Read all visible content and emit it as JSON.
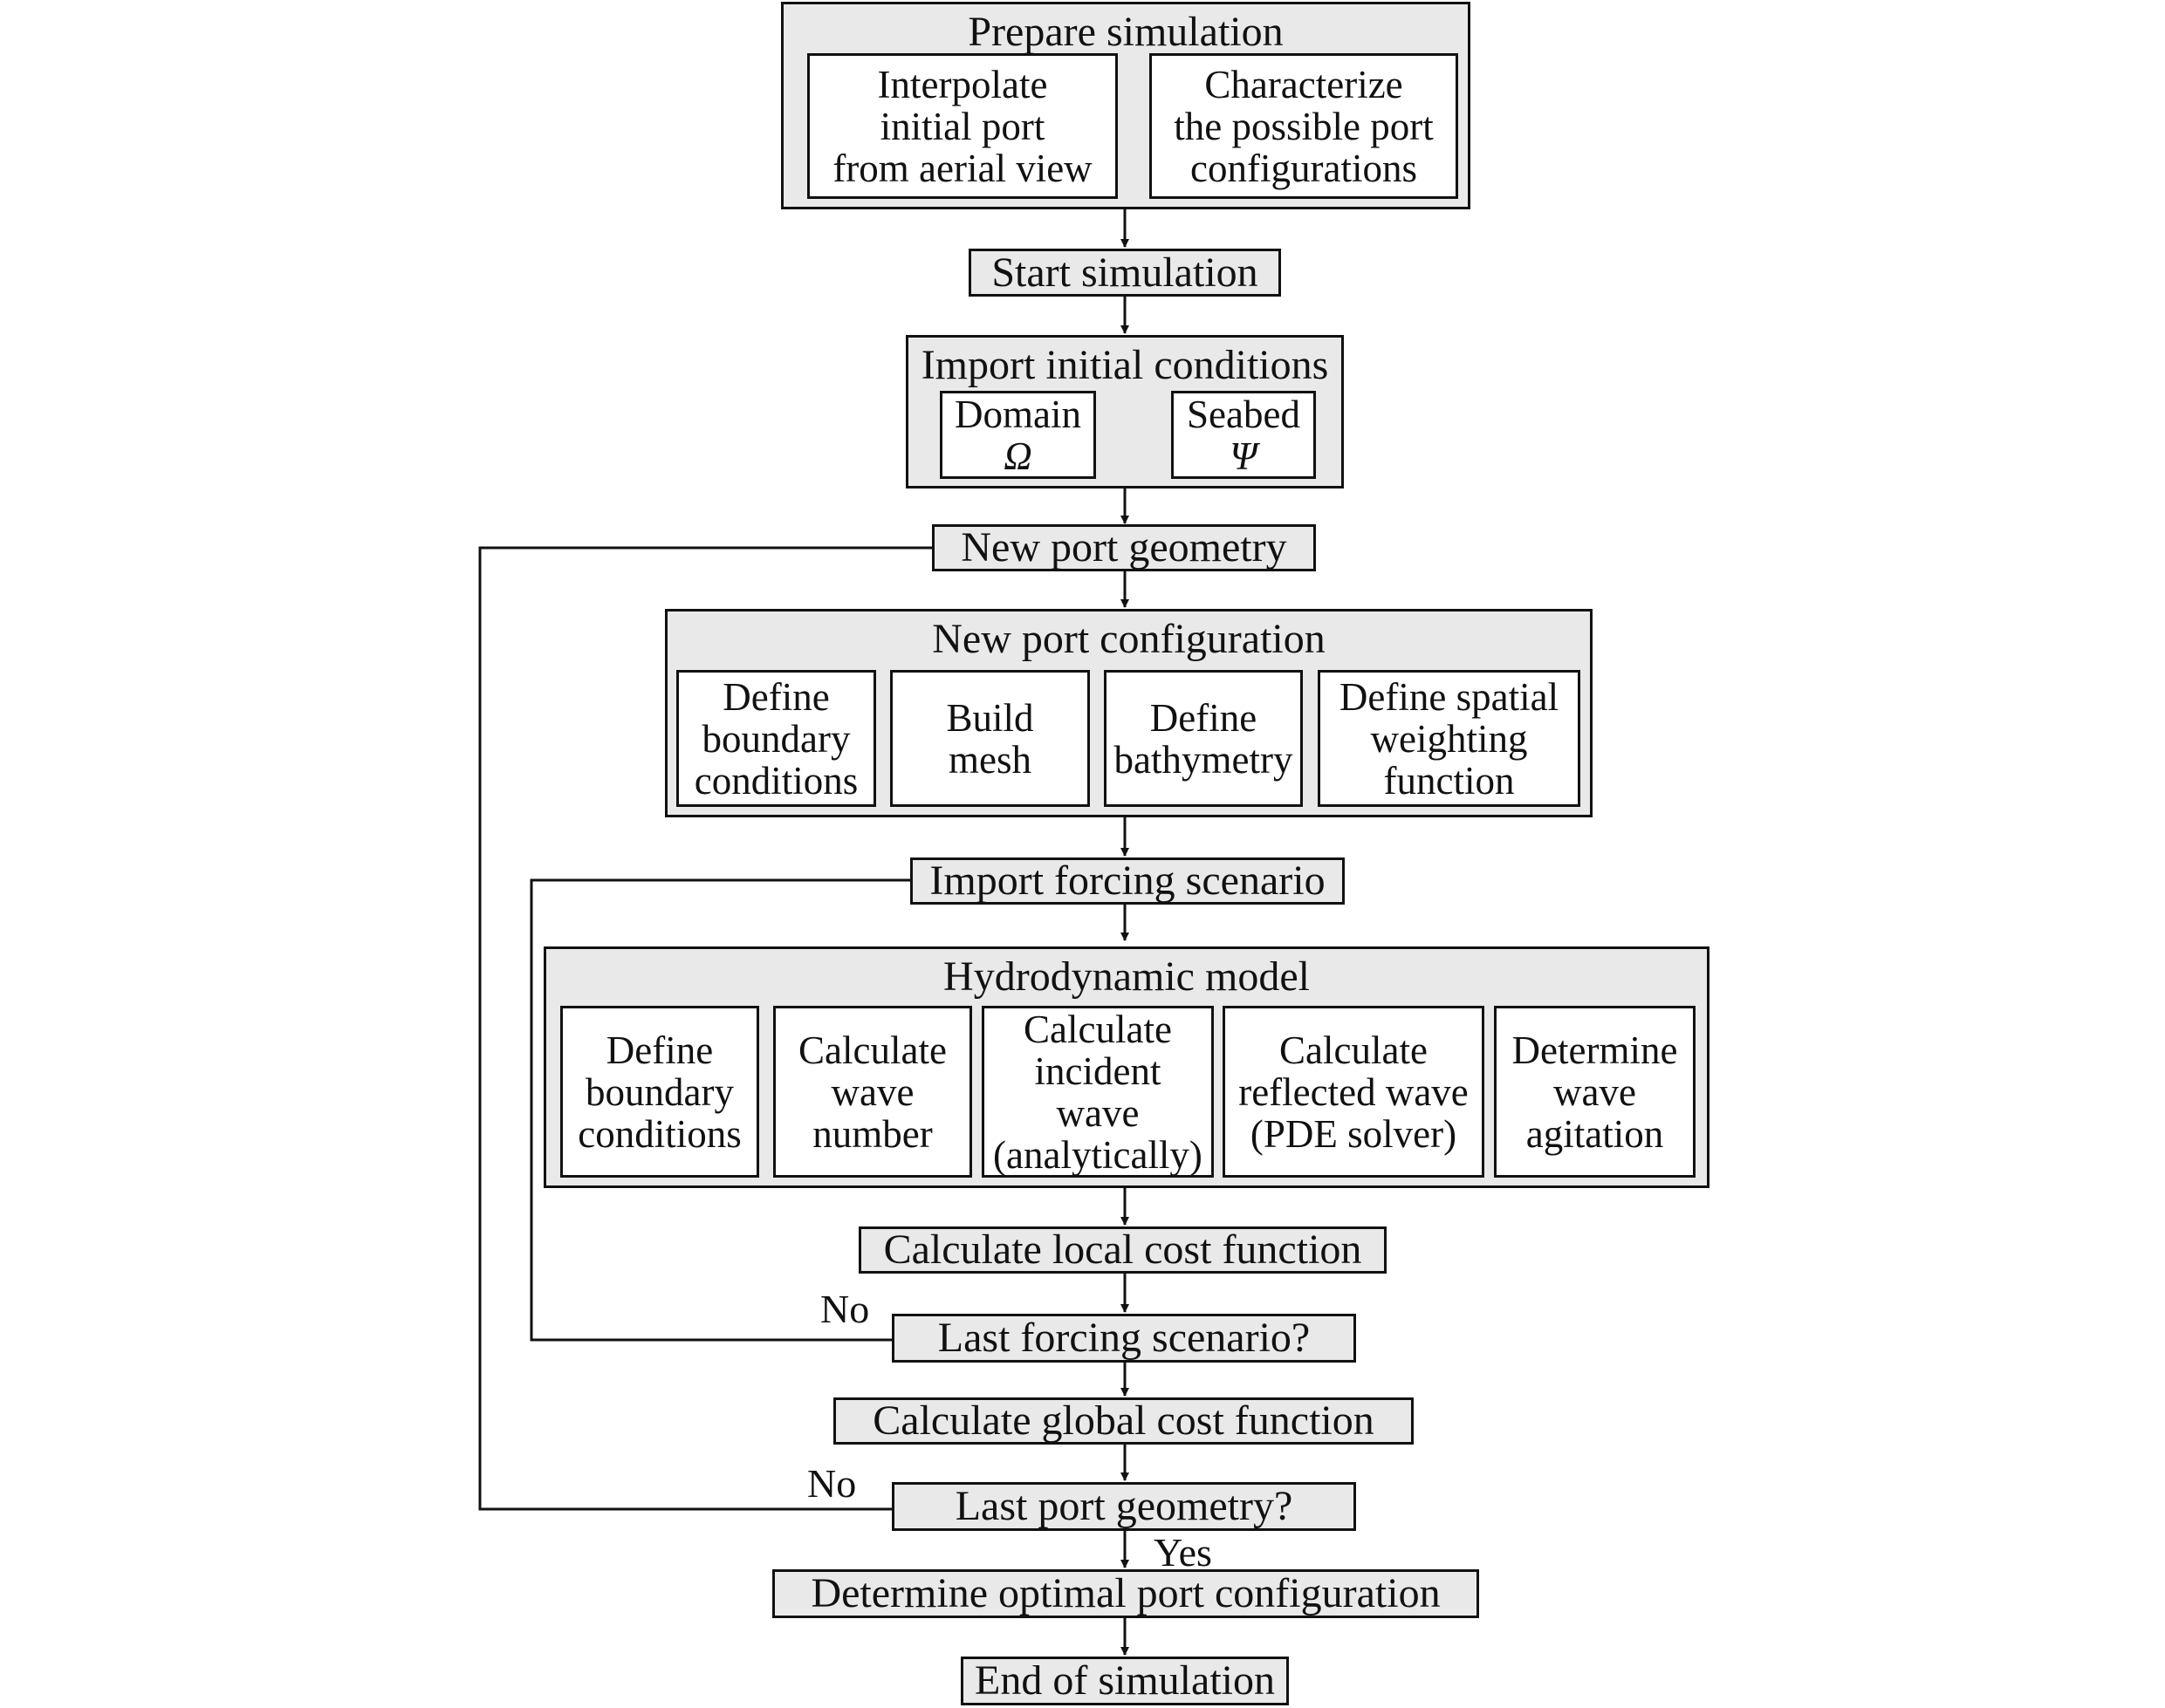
{
  "prepare": {
    "title": "Prepare simulation",
    "interpolate": [
      "Interpolate",
      "initial port",
      "from aerial view"
    ],
    "characterize": [
      "Characterize",
      "the possible port",
      "configurations"
    ]
  },
  "start": "Start simulation",
  "import_initial": {
    "title": "Import initial conditions",
    "domain": [
      "Domain",
      "Ω"
    ],
    "seabed": [
      "Seabed",
      "Ψ"
    ]
  },
  "new_geometry": "New port geometry",
  "new_config": {
    "title": "New port configuration",
    "boundary": [
      "Define",
      "boundary",
      "conditions"
    ],
    "mesh": [
      "Build",
      "mesh"
    ],
    "bathymetry": [
      "Define",
      "bathymetry"
    ],
    "weighting": [
      "Define spatial",
      "weighting",
      "function"
    ]
  },
  "import_forcing": "Import forcing scenario",
  "hydro": {
    "title": "Hydrodynamic model",
    "boundary": [
      "Define",
      "boundary",
      "conditions"
    ],
    "wavenumber": [
      "Calculate",
      "wave",
      "number"
    ],
    "incident": [
      "Calculate",
      "incident",
      "wave",
      "(analytically)"
    ],
    "reflected": [
      "Calculate",
      "reflected wave",
      "(PDE solver)"
    ],
    "agitation": [
      "Determine",
      "wave",
      "agitation"
    ]
  },
  "local_cost": "Calculate local cost function",
  "last_forcing": "Last forcing scenario?",
  "global_cost": "Calculate global cost function",
  "last_geometry": "Last port geometry?",
  "optimal": "Determine optimal port configuration",
  "end": "End of simulation",
  "labels": {
    "no_forcing": "No",
    "no_geometry": "No",
    "yes": "Yes"
  }
}
